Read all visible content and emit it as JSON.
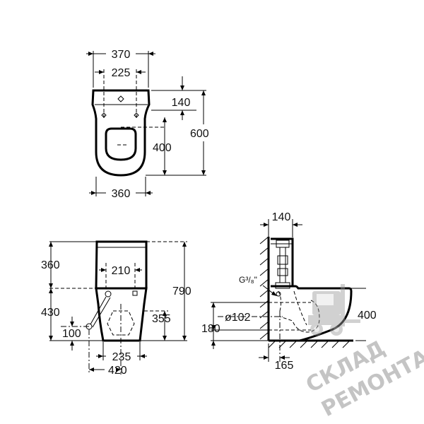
{
  "top_view": {
    "width_total": "370",
    "width_holes": "225",
    "depth_tank": "140",
    "depth_bowl": "400",
    "depth_total": "600",
    "width_bowl": "360"
  },
  "front_view": {
    "height_tank": "360",
    "width_tank_holes": "210",
    "height_total": "790",
    "height_bowl": "430",
    "height_outlet": "355",
    "height_inlet": "100",
    "width_base": "235",
    "width_inlet_offset": "420"
  },
  "side_view": {
    "depth_tank": "140",
    "thread": "G³/₈\"",
    "pipe_diameter": "ø102",
    "projection": "400",
    "height_pipe": "180",
    "depth_pipe": "165"
  },
  "watermark": {
    "line1": "СКЛАД",
    "line2": "РЕМОНТА",
    "logo_icon": "forklift-icon",
    "color": "#8a8a8a"
  }
}
